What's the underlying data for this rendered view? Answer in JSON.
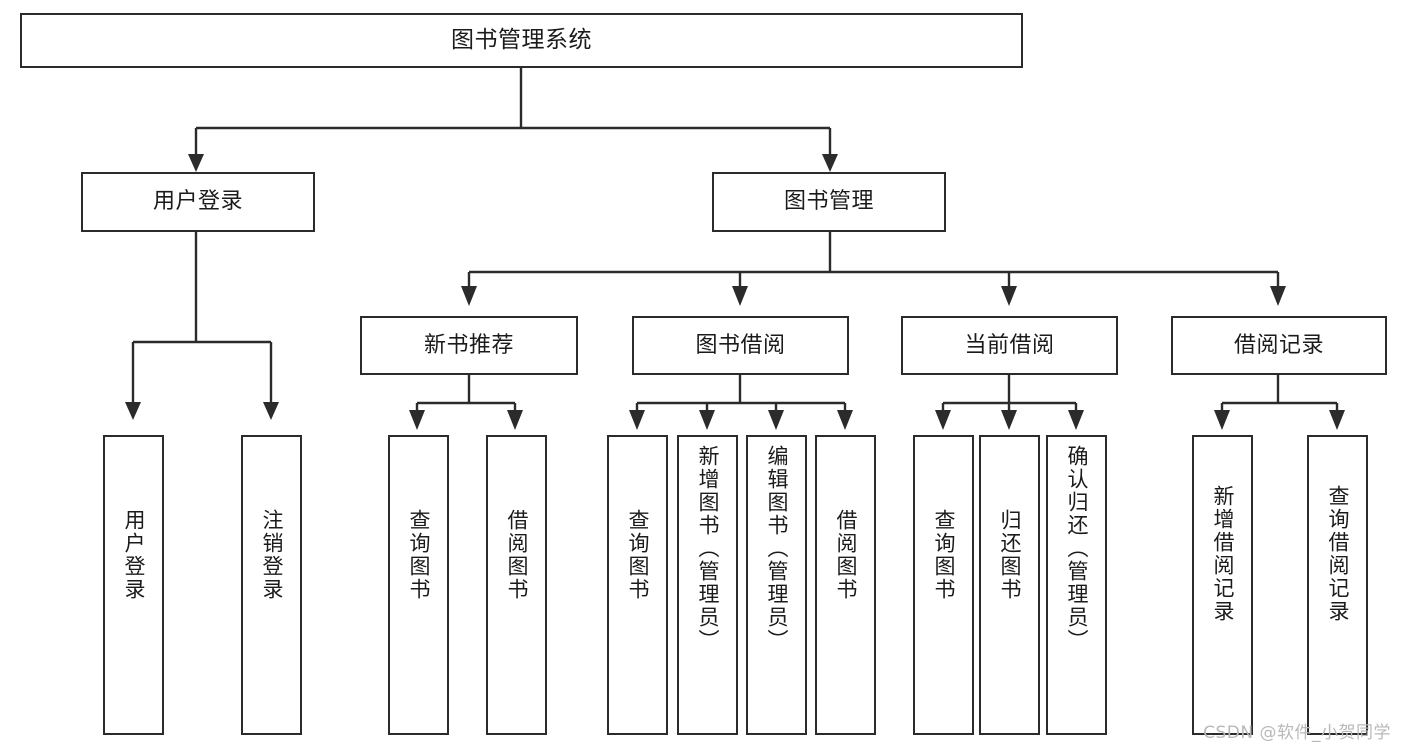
{
  "diagram": {
    "type": "tree",
    "title": "图书管理系统",
    "colors": {
      "stroke": "#2b2b2b",
      "fill": "#ffffff",
      "text": "#1b1b1b",
      "watermark": "#b9b9b9"
    },
    "nodes": {
      "root": {
        "label": "图书管理系统",
        "level": 1
      },
      "user_login": {
        "label": "用户登录",
        "level": 2
      },
      "book_manage": {
        "label": "图书管理",
        "level": 2
      },
      "new_book_rec": {
        "label": "新书推荐",
        "level": 3
      },
      "book_borrow": {
        "label": "图书借阅",
        "level": 3
      },
      "current_borrow": {
        "label": "当前借阅",
        "level": 3
      },
      "borrow_record": {
        "label": "借阅记录",
        "level": 3
      },
      "leaf_user_login": {
        "label": "用户登录",
        "level": 4
      },
      "leaf_logout": {
        "label": "注销登录",
        "level": 4
      },
      "leaf_query_book_1": {
        "label": "查询图书",
        "level": 4
      },
      "leaf_borrow_book_1": {
        "label": "借阅图书",
        "level": 4
      },
      "leaf_query_book_2": {
        "label": "查询图书",
        "level": 4
      },
      "leaf_add_book": {
        "label": "新增图书（管理员）",
        "level": 4
      },
      "leaf_edit_book": {
        "label": "编辑图书（管理员）",
        "level": 4
      },
      "leaf_borrow_book_2": {
        "label": "借阅图书",
        "level": 4
      },
      "leaf_query_book_3": {
        "label": "查询图书",
        "level": 4
      },
      "leaf_return_book": {
        "label": "归还图书",
        "level": 4
      },
      "leaf_confirm_return": {
        "label": "确认归还（管理员）",
        "level": 4
      },
      "leaf_add_record": {
        "label": "新增借阅记录",
        "level": 4
      },
      "leaf_query_record": {
        "label": "查询借阅记录",
        "level": 4
      }
    },
    "edges": [
      {
        "from": "root",
        "to": "user_login"
      },
      {
        "from": "root",
        "to": "book_manage"
      },
      {
        "from": "user_login",
        "to": "leaf_user_login"
      },
      {
        "from": "user_login",
        "to": "leaf_logout"
      },
      {
        "from": "book_manage",
        "to": "new_book_rec"
      },
      {
        "from": "book_manage",
        "to": "book_borrow"
      },
      {
        "from": "book_manage",
        "to": "current_borrow"
      },
      {
        "from": "book_manage",
        "to": "borrow_record"
      },
      {
        "from": "new_book_rec",
        "to": "leaf_query_book_1"
      },
      {
        "from": "new_book_rec",
        "to": "leaf_borrow_book_1"
      },
      {
        "from": "book_borrow",
        "to": "leaf_query_book_2"
      },
      {
        "from": "book_borrow",
        "to": "leaf_add_book"
      },
      {
        "from": "book_borrow",
        "to": "leaf_edit_book"
      },
      {
        "from": "book_borrow",
        "to": "leaf_borrow_book_2"
      },
      {
        "from": "current_borrow",
        "to": "leaf_query_book_3"
      },
      {
        "from": "current_borrow",
        "to": "leaf_return_book"
      },
      {
        "from": "current_borrow",
        "to": "leaf_confirm_return"
      },
      {
        "from": "borrow_record",
        "to": "leaf_add_record"
      },
      {
        "from": "borrow_record",
        "to": "leaf_query_record"
      }
    ]
  },
  "watermark": {
    "text": "CSDN @软件_小贺同学"
  }
}
